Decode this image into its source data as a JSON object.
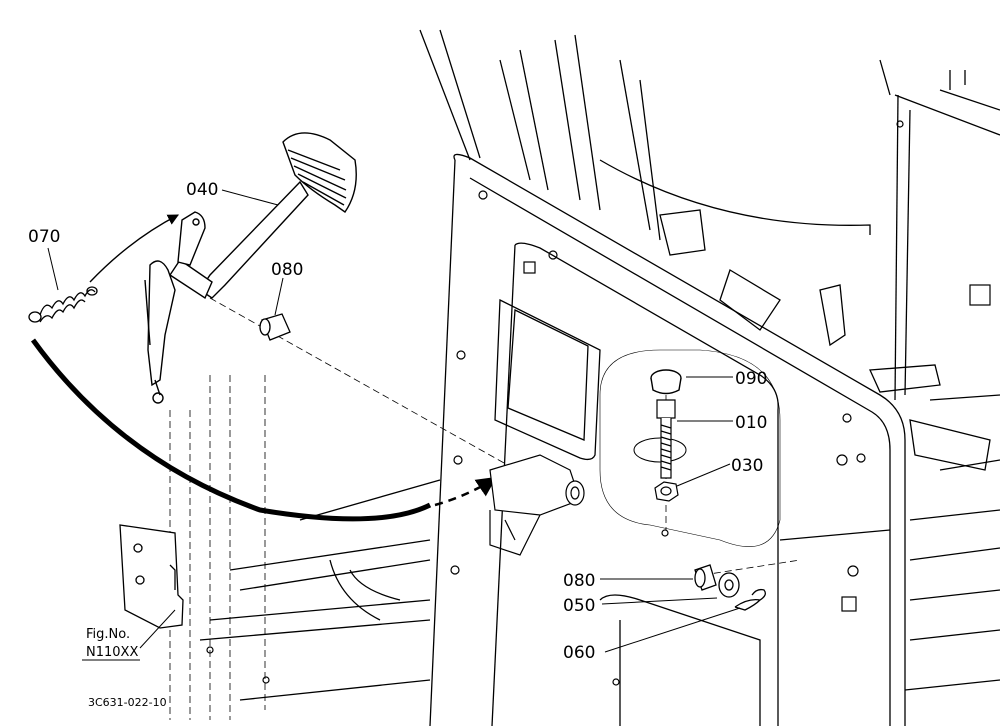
{
  "callouts": [
    {
      "id": "070",
      "text": "070"
    },
    {
      "id": "040",
      "text": "040"
    },
    {
      "id": "080a",
      "text": "080"
    },
    {
      "id": "090",
      "text": "090"
    },
    {
      "id": "010",
      "text": "010"
    },
    {
      "id": "030",
      "text": "030"
    },
    {
      "id": "080b",
      "text": "080"
    },
    {
      "id": "050",
      "text": "050"
    },
    {
      "id": "060",
      "text": "060"
    }
  ],
  "figure": {
    "line1": "Fig.No.",
    "line2": "N110XX"
  },
  "drawing_code": "3C631-022-10"
}
